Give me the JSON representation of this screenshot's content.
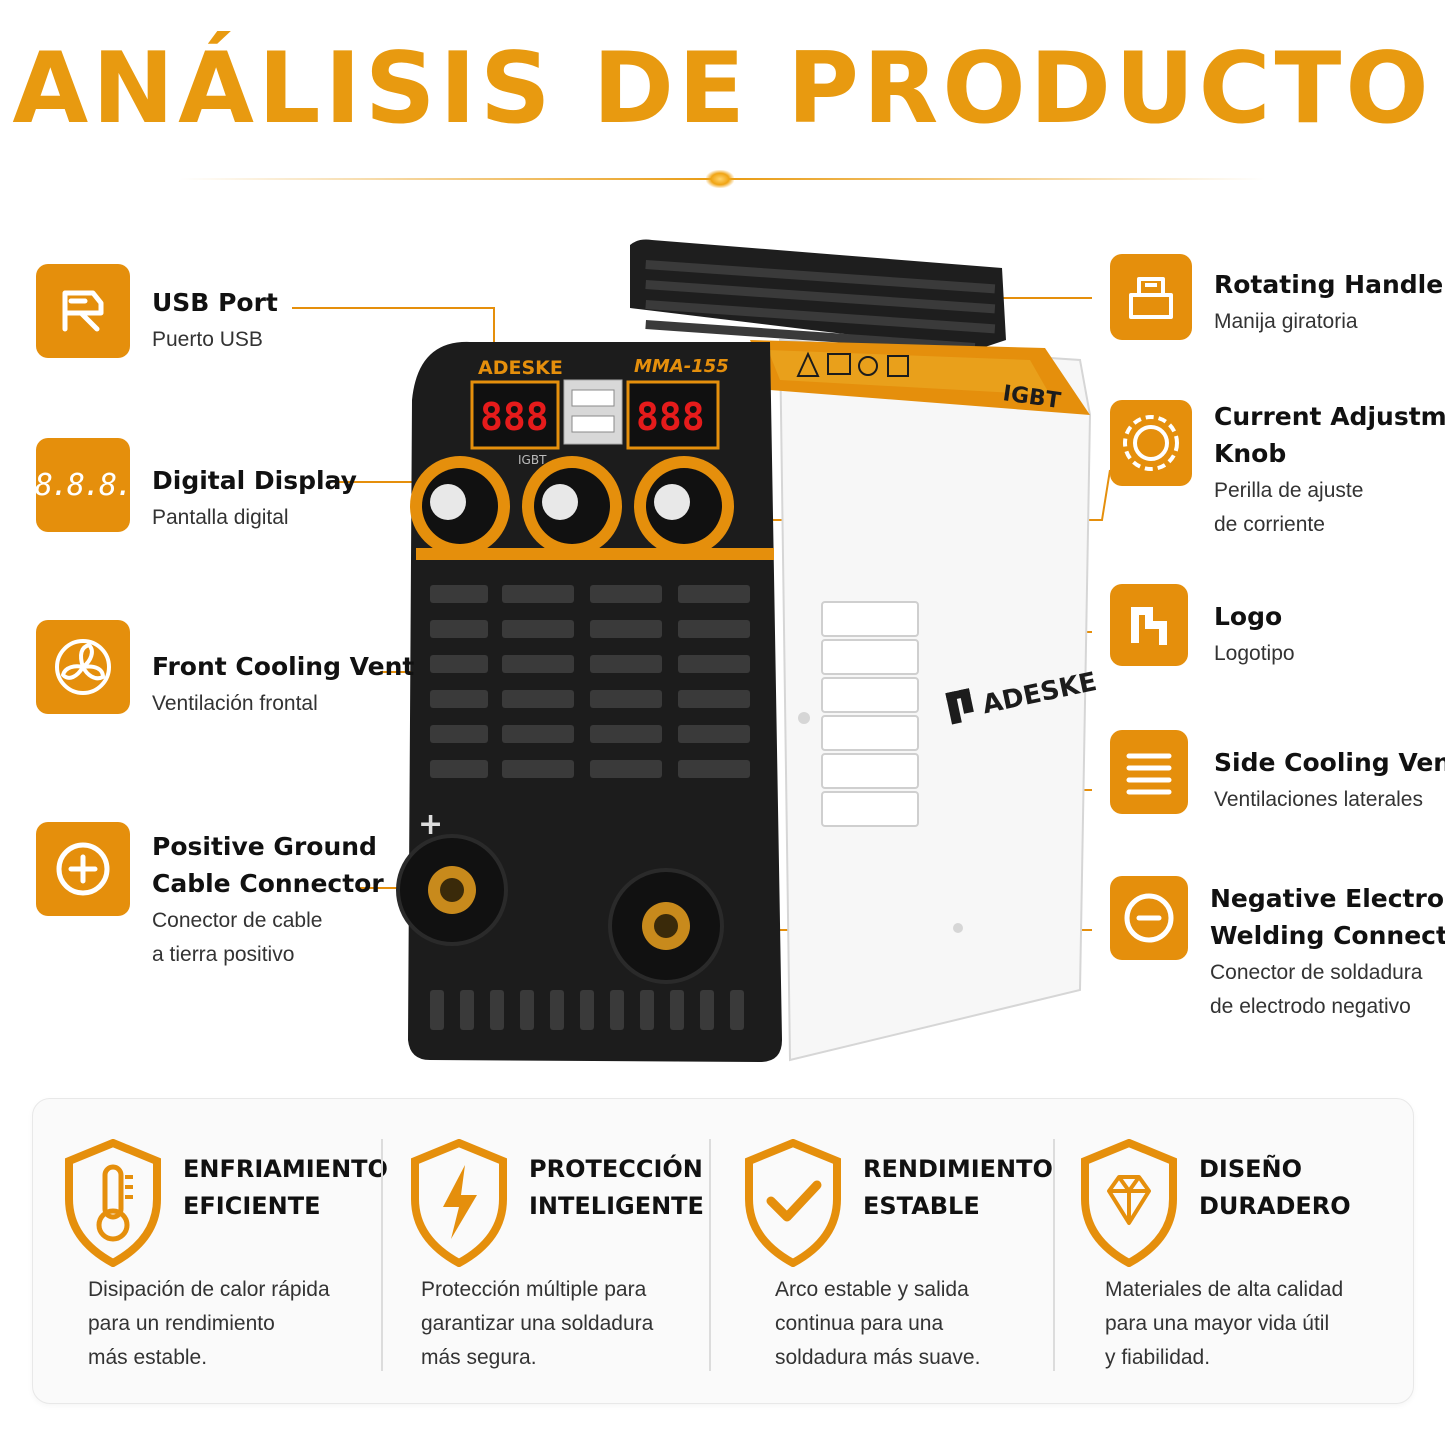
{
  "title": "ANÁLISIS DE PRODUCTO",
  "machine": {
    "brand_top": "ADESKE",
    "model": "MMA-155",
    "display_left": "888",
    "display_right": "888",
    "igbt_small": "IGBT",
    "igbt_side": "IGBT",
    "side_logo": "ADESKE",
    "plus": "+"
  },
  "callouts_left": [
    {
      "en": "USB Port",
      "es": "Puerto USB",
      "icon": "usb-printer-icon"
    },
    {
      "en": "Digital Display",
      "es": "Pantalla digital",
      "icon": "digital-888-icon",
      "icon_text": "8.8.8."
    },
    {
      "en": "Front Cooling Vent",
      "es": "Ventilación frontal",
      "icon": "fan-icon"
    },
    {
      "en": "Positive Ground",
      "en2": "Cable Connector",
      "es": "Conector de cable",
      "es2": "a tierra positivo",
      "icon": "plus-circle-icon"
    }
  ],
  "callouts_right": [
    {
      "en": "Rotating Handle",
      "es": "Manija giratoria",
      "icon": "handle-icon"
    },
    {
      "en": "Current Adjustment",
      "en2": "Knob",
      "es": "Perilla de ajuste",
      "es2": "de corriente",
      "icon": "knob-icon"
    },
    {
      "en": "Logo",
      "es": "Logotipo",
      "icon": "logo-icon"
    },
    {
      "en": "Side Cooling Vents",
      "es": "Ventilaciones laterales",
      "icon": "vents-icon"
    },
    {
      "en": "Negative Electrode",
      "en2": "Welding Connector",
      "es": "Conector de soldadura",
      "es2": "de electrodo negativo",
      "icon": "minus-circle-icon"
    }
  ],
  "features": [
    {
      "title1": "ENFRIAMIENTO",
      "title2": "EFICIENTE",
      "desc1": "Disipación de calor rápida",
      "desc2": "para un rendimiento",
      "desc3": "más estable.",
      "icon": "thermometer-shield-icon"
    },
    {
      "title1": "PROTECCIÓN",
      "title2": "INTELIGENTE",
      "desc1": "Protección múltiple para",
      "desc2": "garantizar una soldadura",
      "desc3": "más segura.",
      "icon": "lightning-shield-icon"
    },
    {
      "title1": "RENDIMIENTO",
      "title2": "ESTABLE",
      "desc1": "Arco estable y salida",
      "desc2": "continua para una",
      "desc3": "soldadura más suave.",
      "icon": "check-shield-icon"
    },
    {
      "title1": "DISEÑO",
      "title2": "DURADERO",
      "desc1": "Materiales de alta calidad",
      "desc2": "para una mayor vida útil",
      "desc3": "y fiabilidad.",
      "icon": "diamond-shield-icon"
    }
  ],
  "colors": {
    "accent": "#e58f0c",
    "dark": "#1c1c1c",
    "display_red": "#e51b1b"
  }
}
